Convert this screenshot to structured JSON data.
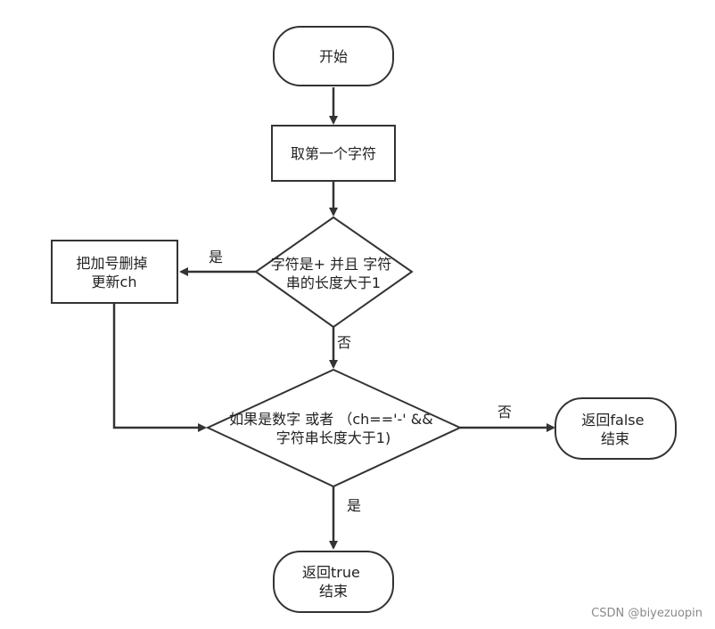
{
  "nodes": {
    "start": "开始",
    "take_first_char": "取第一个字符",
    "check_plus": [
      "字符是+ 并且 字符",
      "串的长度大于1"
    ],
    "remove_plus": [
      "把加号删掉",
      "更新ch"
    ],
    "check_digit": [
      "如果是数字 或者 （ch=='-' &&",
      "字符串长度大于1)"
    ],
    "return_false": [
      "返回false",
      "结束"
    ],
    "return_true": [
      "返回true",
      "结束"
    ]
  },
  "edges": {
    "plus_yes": "是",
    "plus_no": "否",
    "digit_no": "否",
    "digit_yes": "是"
  },
  "watermark": "CSDN @biyezuopin"
}
